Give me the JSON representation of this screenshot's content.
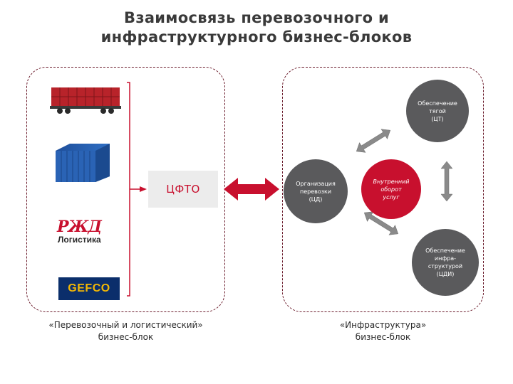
{
  "title": {
    "line1": "Взаимосвязь перевозочного и",
    "line2": "инфраструктурного бизнес-блоков"
  },
  "left_block": {
    "center_label": "ЦФТО",
    "caption_line1": "«Перевозочный и логистический»",
    "caption_line2": "бизнес-блок",
    "logos": {
      "rzd_mark": "РЖД",
      "rzd_text": "Логистика",
      "gefco": "GEFCO"
    }
  },
  "right_block": {
    "caption_line1": "«Инфраструктура»",
    "caption_line2": "бизнес-блок",
    "nodes": {
      "ct": [
        "Обеспечение",
        "тягой",
        "(ЦТ)"
      ],
      "cd": [
        "Организация",
        "перевозки",
        "(ЦД)"
      ],
      "center": [
        "Внутренний",
        "оборот",
        "услуг"
      ],
      "cdi": [
        "Обеспечение",
        "инфра-",
        "структурой",
        "(ЦДИ)"
      ]
    }
  },
  "colors": {
    "accent_red": "#c8102e",
    "node_gray": "#5a5a5c",
    "arrow_gray": "#8a8a8a",
    "border": "#6a1a2a"
  }
}
